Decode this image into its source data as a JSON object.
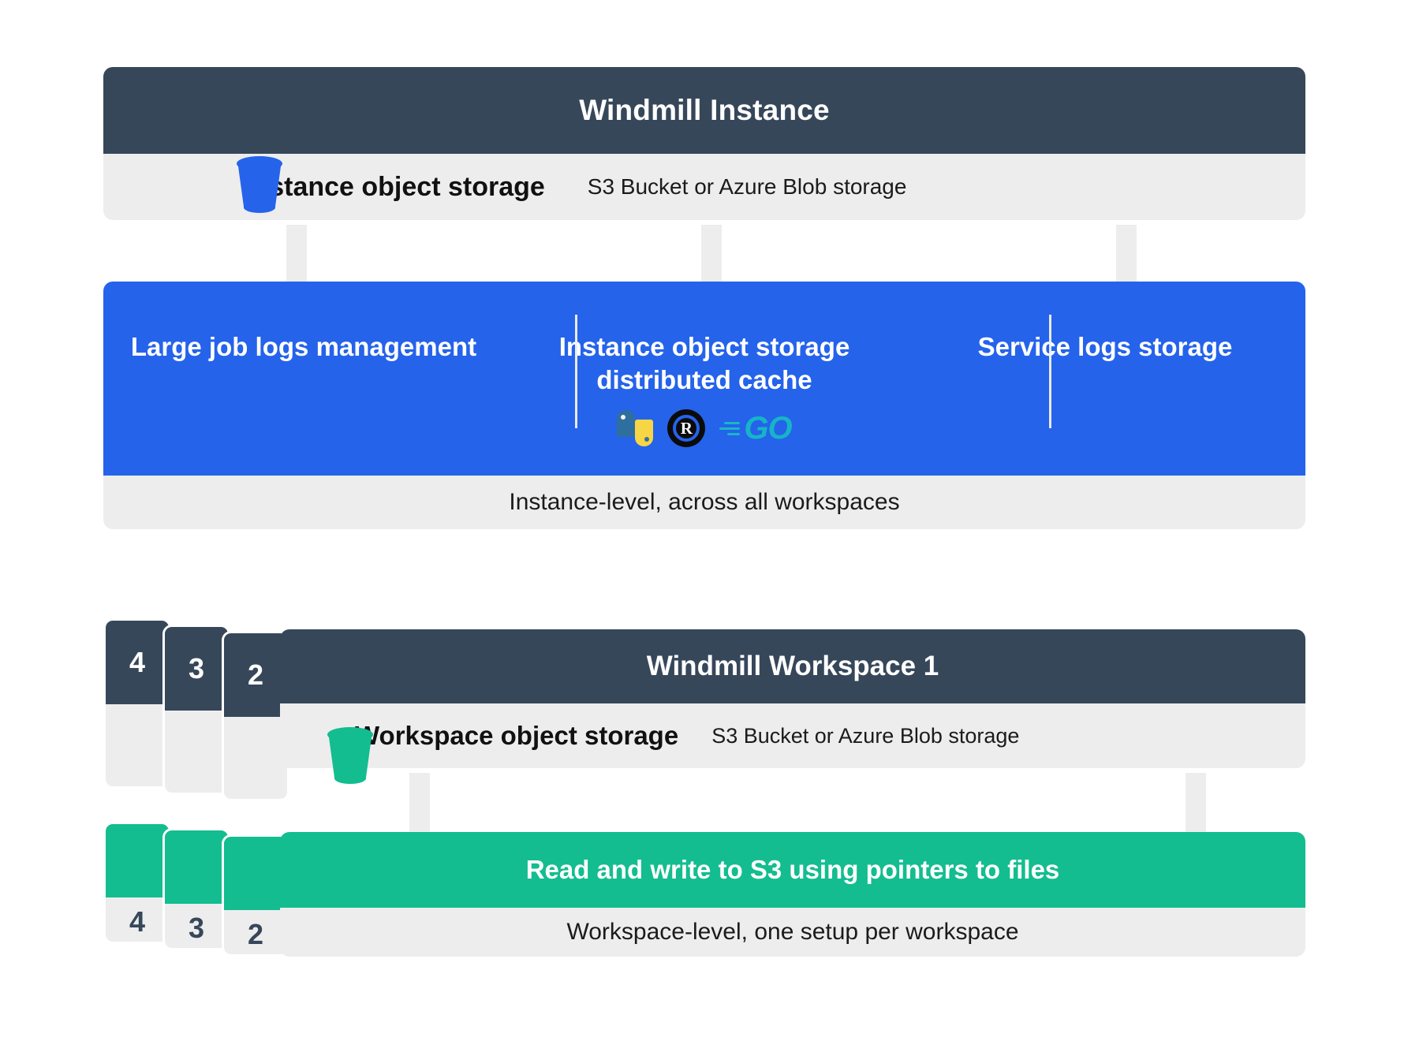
{
  "instance": {
    "title": "Windmill Instance",
    "storage_label": "Instance object storage",
    "storage_note": "S3 Bucket or Azure Blob storage",
    "bucket_icon": "bucket-icon",
    "columns": [
      {
        "title": "Large job logs management"
      },
      {
        "title": "Instance object storage distributed cache",
        "logos": [
          {
            "name": "python-logo",
            "label": "Python"
          },
          {
            "name": "rust-logo",
            "label": "R"
          },
          {
            "name": "go-logo",
            "label": "GO"
          }
        ]
      },
      {
        "title": "Service logs storage"
      }
    ],
    "footer": "Instance-level, across all workspaces"
  },
  "workspace": {
    "title": "Windmill Workspace 1",
    "storage_label": "Workspace object storage",
    "storage_note": "S3 Bucket or Azure Blob storage",
    "bucket_icon": "bucket-icon",
    "stack_numbers": [
      "4",
      "3",
      "2"
    ]
  },
  "green": {
    "band_text": "Read and write to S3 using pointers to files",
    "footer": "Workspace-level, one setup per workspace",
    "stack_numbers": [
      "4",
      "3",
      "2"
    ]
  },
  "colors": {
    "dark": "#37475a",
    "blue": "#2563eb",
    "green": "#13bd8f",
    "gray": "#ededed",
    "white": "#ffffff"
  }
}
